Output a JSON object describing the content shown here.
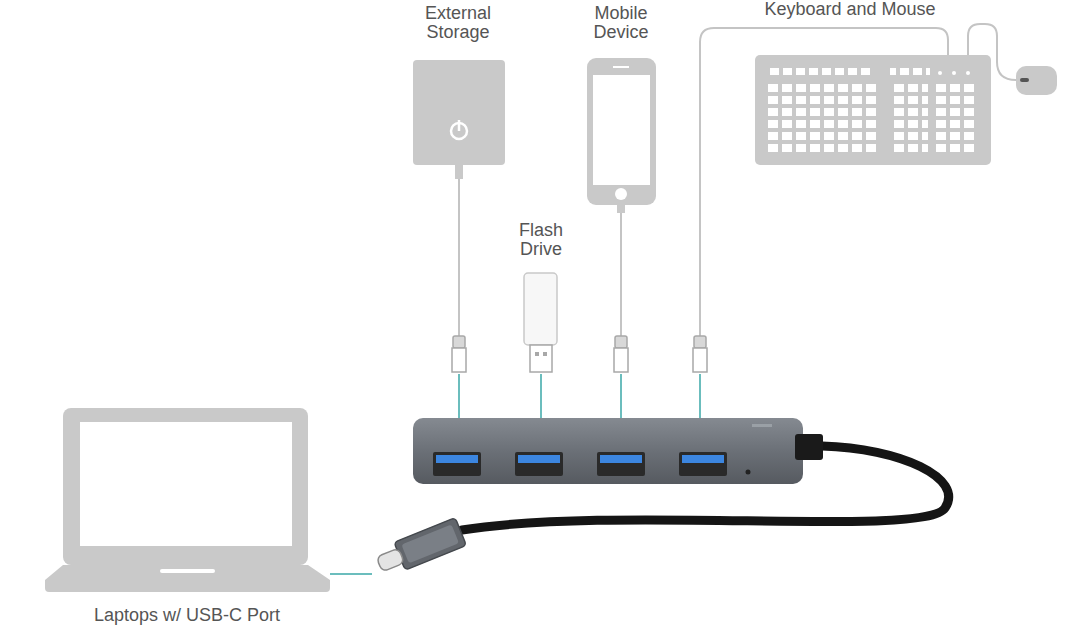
{
  "diagram": {
    "nodes": [
      {
        "text": [
          "External Storage"
        ]
      },
      {
        "text": [
          "Mobile Device"
        ]
      },
      {
        "text": [
          "Keyboard and Mouse"
        ]
      },
      {
        "text": [
          "Flash Drive"
        ]
      },
      {
        "text": [
          "Laptops w/ USB-C Port"
        ]
      }
    ]
  }
}
